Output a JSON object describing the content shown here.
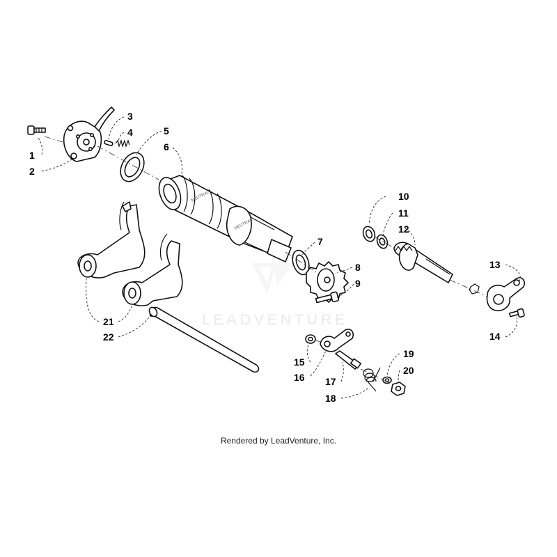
{
  "watermark": {
    "text": "LEADVENTURE"
  },
  "footer": {
    "text": "Rendered by LeadVenture, Inc."
  },
  "callouts": [
    "1",
    "2",
    "3",
    "4",
    "5",
    "6",
    "7",
    "8",
    "9",
    "10",
    "11",
    "12",
    "13",
    "14",
    "15",
    "16",
    "17",
    "18",
    "19",
    "20",
    "21",
    "22"
  ]
}
